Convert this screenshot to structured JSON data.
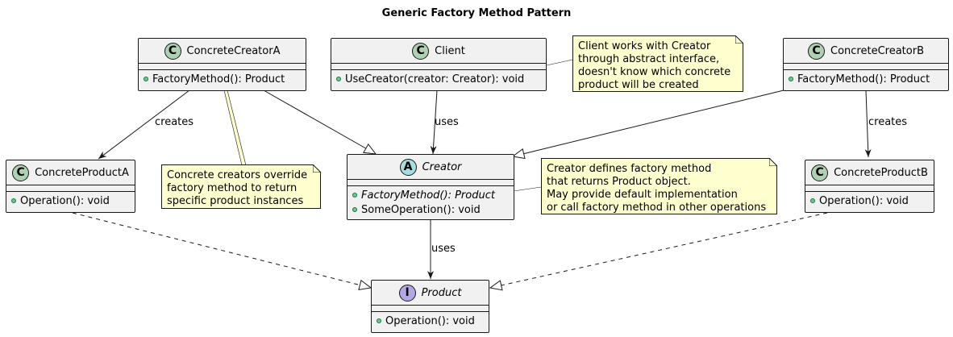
{
  "title": "Generic Factory Method Pattern",
  "classes": {
    "concrete_creator_a": {
      "badge": "C",
      "name": "ConcreteCreatorA",
      "members": [
        "FactoryMethod(): Product"
      ]
    },
    "client": {
      "badge": "C",
      "name": "Client",
      "members": [
        "UseCreator(creator: Creator): void"
      ]
    },
    "concrete_creator_b": {
      "badge": "C",
      "name": "ConcreteCreatorB",
      "members": [
        "FactoryMethod(): Product"
      ]
    },
    "creator": {
      "badge": "A",
      "name": "Creator",
      "members": [
        "FactoryMethod(): Product",
        "SomeOperation(): void"
      ]
    },
    "concrete_product_a": {
      "badge": "C",
      "name": "ConcreteProductA",
      "members": [
        "Operation(): void"
      ]
    },
    "concrete_product_b": {
      "badge": "C",
      "name": "ConcreteProductB",
      "members": [
        "Operation(): void"
      ]
    },
    "product": {
      "badge": "I",
      "name": "Product",
      "members": [
        "Operation(): void"
      ]
    }
  },
  "notes": {
    "client_note": "Client works with Creator\nthrough abstract interface,\ndoesn't know which concrete\nproduct will be created",
    "creators_note": "Concrete creators override\nfactory method to return\nspecific product instances",
    "creator_note": "Creator defines factory method\nthat returns Product object.\nMay provide default implementation\nor call factory method in other operations"
  },
  "edge_labels": {
    "creates_a": "creates",
    "uses_client": "uses",
    "creates_b": "creates",
    "uses_product": "uses"
  },
  "colors": {
    "class_fill": "#f1f1f1",
    "note_fill": "#fefece",
    "class_badge": "#add1b2",
    "abstract_badge": "#a9dcdf",
    "interface_badge": "#b4a7e5",
    "public_dot": "#84be84",
    "line": "#181818"
  }
}
